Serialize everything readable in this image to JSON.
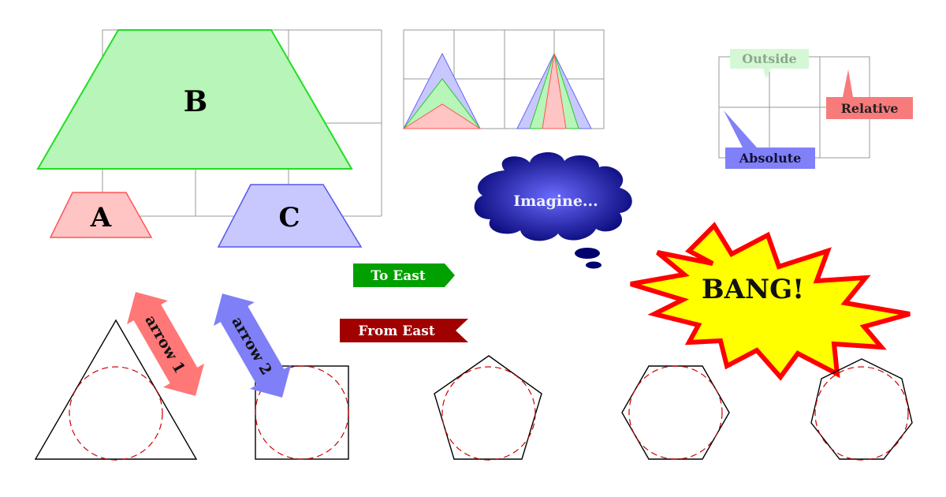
{
  "trapezoids": {
    "a_label": "A",
    "b_label": "B",
    "c_label": "C",
    "colors": {
      "a_fill": "#ffc4c4",
      "a_stroke": "#ff5555",
      "b_fill": "#b8f5b8",
      "b_stroke": "#22dd22",
      "c_fill": "#c8c8ff",
      "c_stroke": "#5555ee"
    }
  },
  "callouts": {
    "outside_label": "Outside",
    "relative_label": "Relative",
    "absolute_label": "Absolute",
    "colors": {
      "outside_fill": "#d6f7d6",
      "relative_fill": "#f77b7b",
      "absolute_fill": "#8080f8"
    }
  },
  "signals": {
    "to_east_label": "To East",
    "from_east_label": "From East",
    "colors": {
      "to_east_fill": "#00a000",
      "from_east_fill": "#a00000"
    }
  },
  "arrows": {
    "arrow1_label": "arrow 1",
    "arrow2_label": "arrow 2",
    "colors": {
      "arrow1_fill": "#ff7777",
      "arrow2_fill": "#7f7ff8"
    }
  },
  "cloud": {
    "label": "Imagine...",
    "colors": {
      "light": "#6a6aff",
      "dark": "#00006e"
    }
  },
  "starburst": {
    "label": "BANG!",
    "colors": {
      "fill": "#ffff00",
      "stroke": "#ff0000"
    }
  },
  "polygons": {
    "colors": {
      "outline": "#000000",
      "incircle": "#cc0000"
    }
  }
}
